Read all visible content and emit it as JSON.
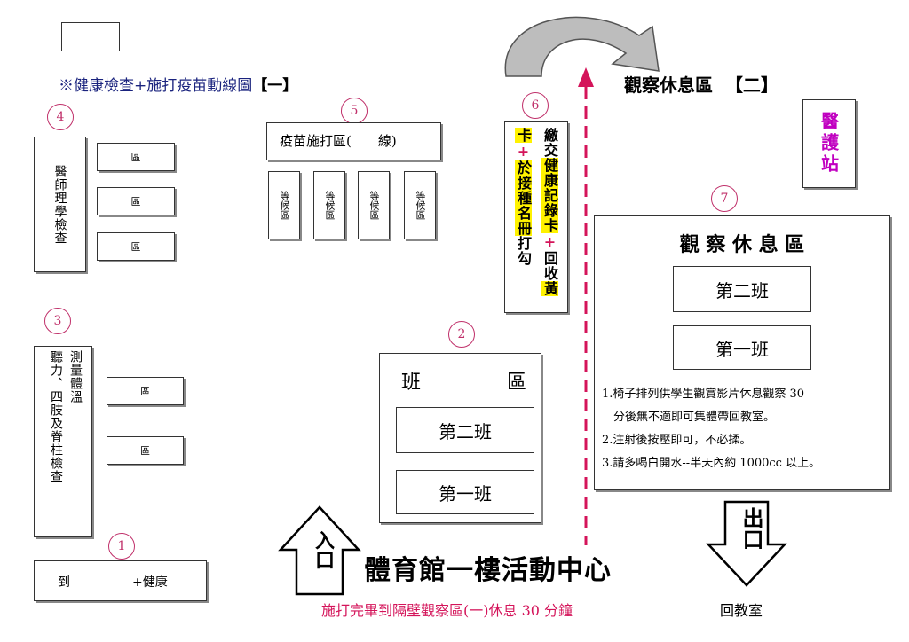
{
  "title": {
    "prefix": "※",
    "text": "健康檢查+施打疫苗動線圖",
    "bracket": "【一】"
  },
  "right_title": {
    "text": "觀察休息區",
    "bracket": "【二】"
  },
  "medical_station": "醫護站",
  "badges": [
    "1",
    "2",
    "3",
    "4",
    "5",
    "6",
    "7"
  ],
  "station1": {
    "left": "到",
    "right": "+健康"
  },
  "station2": {
    "title_left": "班",
    "title_right": "區",
    "class2": "第二班",
    "class1": "第一班"
  },
  "station3": {
    "col1": "測量體溫",
    "col2": "聽力、四肢及脊柱檢查",
    "areas": [
      "區",
      "區"
    ]
  },
  "station4": {
    "label": "醫師理學檢查",
    "areas": [
      "區",
      "區",
      "區"
    ]
  },
  "station5": {
    "title": "疫苗施打區(　　線)",
    "waits": [
      "等候區",
      "等候區",
      "等候區",
      "等候區"
    ]
  },
  "station6": {
    "col1_a": "繳交",
    "col1_b": "健康記錄卡",
    "col1_c": "回收黃",
    "col2_a": "卡",
    "col2_b": "+",
    "col2_c": "於接種名冊",
    "col2_d": "打勾"
  },
  "station7": {
    "title": "觀 察 休 息 區",
    "class2": "第二班",
    "class1": "第一班",
    "notes": [
      "1.椅子排列供學生觀賞影片休息觀察 30",
      "　分後無不適即可集體帶回教室。",
      "2.注射後按壓即可，不必揉。",
      "3.請多喝白開水--半天內約 1000cc 以上。"
    ]
  },
  "entrance": "入口",
  "exit": "出口",
  "venue": "體育館一樓活動中心",
  "footer_note": "施打完畢到隔壁觀察區(一)休息 30 分鐘",
  "return_label": "回教室",
  "colors": {
    "title": "#1a237e",
    "badge": "#c0306a",
    "dash": "#d4145a",
    "highlight": "#fff200",
    "station": "#c000c0"
  }
}
